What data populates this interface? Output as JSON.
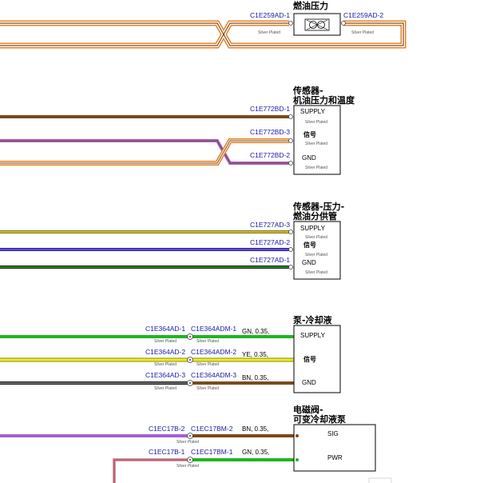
{
  "colors": {
    "orange": "#e8801e",
    "brown": "#7a4a1c",
    "purple": "#a560d0",
    "yellow": "#f0ee20",
    "green": "#1fb51f",
    "blue": "#2020b0",
    "pink": "#e090b0"
  },
  "plated_text": "Silver Plated",
  "components": {
    "fuel_pressure": {
      "title": [
        "燃油压力"
      ],
      "pin_left": "C1E259AD-1",
      "pin_right": "C1E259AD-2"
    },
    "oil_sensor": {
      "title": [
        "传感器-",
        "机油压力和温度"
      ],
      "pins": [
        "C1E772BD-1",
        "C1E772BD-3",
        "C1E772BD-2"
      ],
      "labels": [
        "SUPPLY",
        "信号",
        "GND"
      ]
    },
    "rail_sensor": {
      "title": [
        "传感器-压力-",
        "燃油分供管"
      ],
      "pins": [
        "C1E727AD-3",
        "C1E727AD-2",
        "C1E727AD-1"
      ],
      "labels": [
        "SUPPLY",
        "信号",
        "GND"
      ]
    },
    "coolant_pump": {
      "title": [
        "泵-冷却液"
      ],
      "left_pins": [
        "C1E364AD-1",
        "C1E364AD-2",
        "C1E364AD-3"
      ],
      "right_pins": [
        "C1E364ADM-1",
        "C1E364ADM-2",
        "C1E364ADM-3"
      ],
      "specs": [
        "GN, 0.35,",
        "YE, 0.35,",
        "BN, 0.35,"
      ],
      "labels": [
        "SUPPLY",
        "信号",
        "GND"
      ]
    },
    "solenoid": {
      "title": [
        "电磁阀-",
        "可变冷却液泵"
      ],
      "left_pins": [
        "C1EC17B-2",
        "C1EC17B-1"
      ],
      "right_pins": [
        "C1EC17BM-2",
        "C1EC17BM-1"
      ],
      "specs": [
        "BN, 0.35,",
        "GN, 0.35,"
      ],
      "labels": [
        "SIG",
        "PWR"
      ]
    }
  }
}
